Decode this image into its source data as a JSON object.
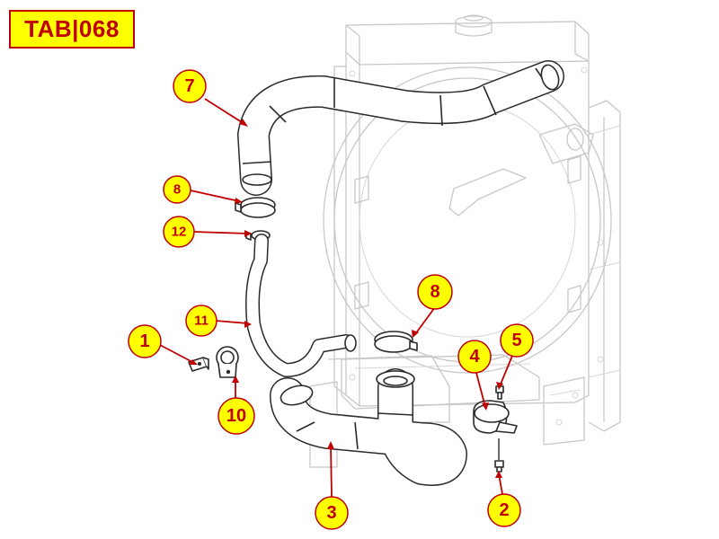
{
  "tab_label": "TAB|068",
  "colors": {
    "callout_fill": "#ffff00",
    "callout_text": "#c00000",
    "leader_line": "#c00000",
    "part_outline": "#2a2a2a",
    "background_outline": "#c8c8c8"
  },
  "callouts": [
    {
      "id": "c7",
      "label": "7"
    },
    {
      "id": "c8a",
      "label": "8"
    },
    {
      "id": "c12",
      "label": "12"
    },
    {
      "id": "c8b",
      "label": "8"
    },
    {
      "id": "c11",
      "label": "11"
    },
    {
      "id": "c1",
      "label": "1"
    },
    {
      "id": "c10",
      "label": "10"
    },
    {
      "id": "c4",
      "label": "4"
    },
    {
      "id": "c5",
      "label": "5"
    },
    {
      "id": "c3",
      "label": "3"
    },
    {
      "id": "c2",
      "label": "2"
    }
  ]
}
